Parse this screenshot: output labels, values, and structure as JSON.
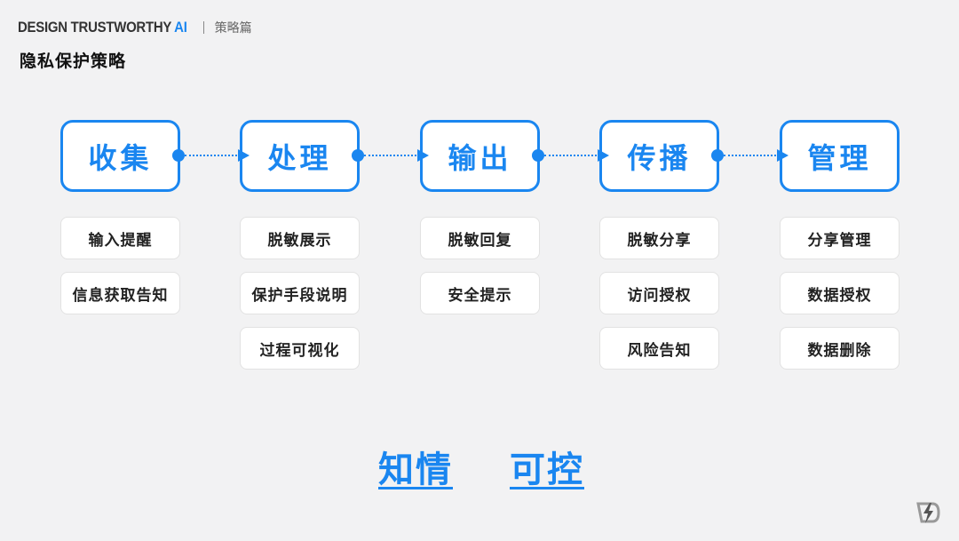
{
  "header": {
    "brand_main": "DESIGN TRUSTWORTHY ",
    "brand_accent": "AI",
    "section": "策略篇"
  },
  "subtitle": "隐私保护策略",
  "stages": [
    {
      "label": "收集",
      "items": [
        "输入提醒",
        "信息获取告知"
      ]
    },
    {
      "label": "处理",
      "items": [
        "脱敏展示",
        "保护手段说明",
        "过程可视化"
      ]
    },
    {
      "label": "输出",
      "items": [
        "脱敏回复",
        "安全提示"
      ]
    },
    {
      "label": "传播",
      "items": [
        "脱敏分享",
        "访问授权",
        "风险告知"
      ]
    },
    {
      "label": "管理",
      "items": [
        "分享管理",
        "数据授权",
        "数据删除"
      ]
    }
  ],
  "tags": [
    "知情",
    "可控"
  ],
  "colors": {
    "accent": "#1a86f0",
    "background": "#f2f2f3",
    "card": "#ffffff"
  },
  "logo_icon": "lightning-d-logo-icon"
}
